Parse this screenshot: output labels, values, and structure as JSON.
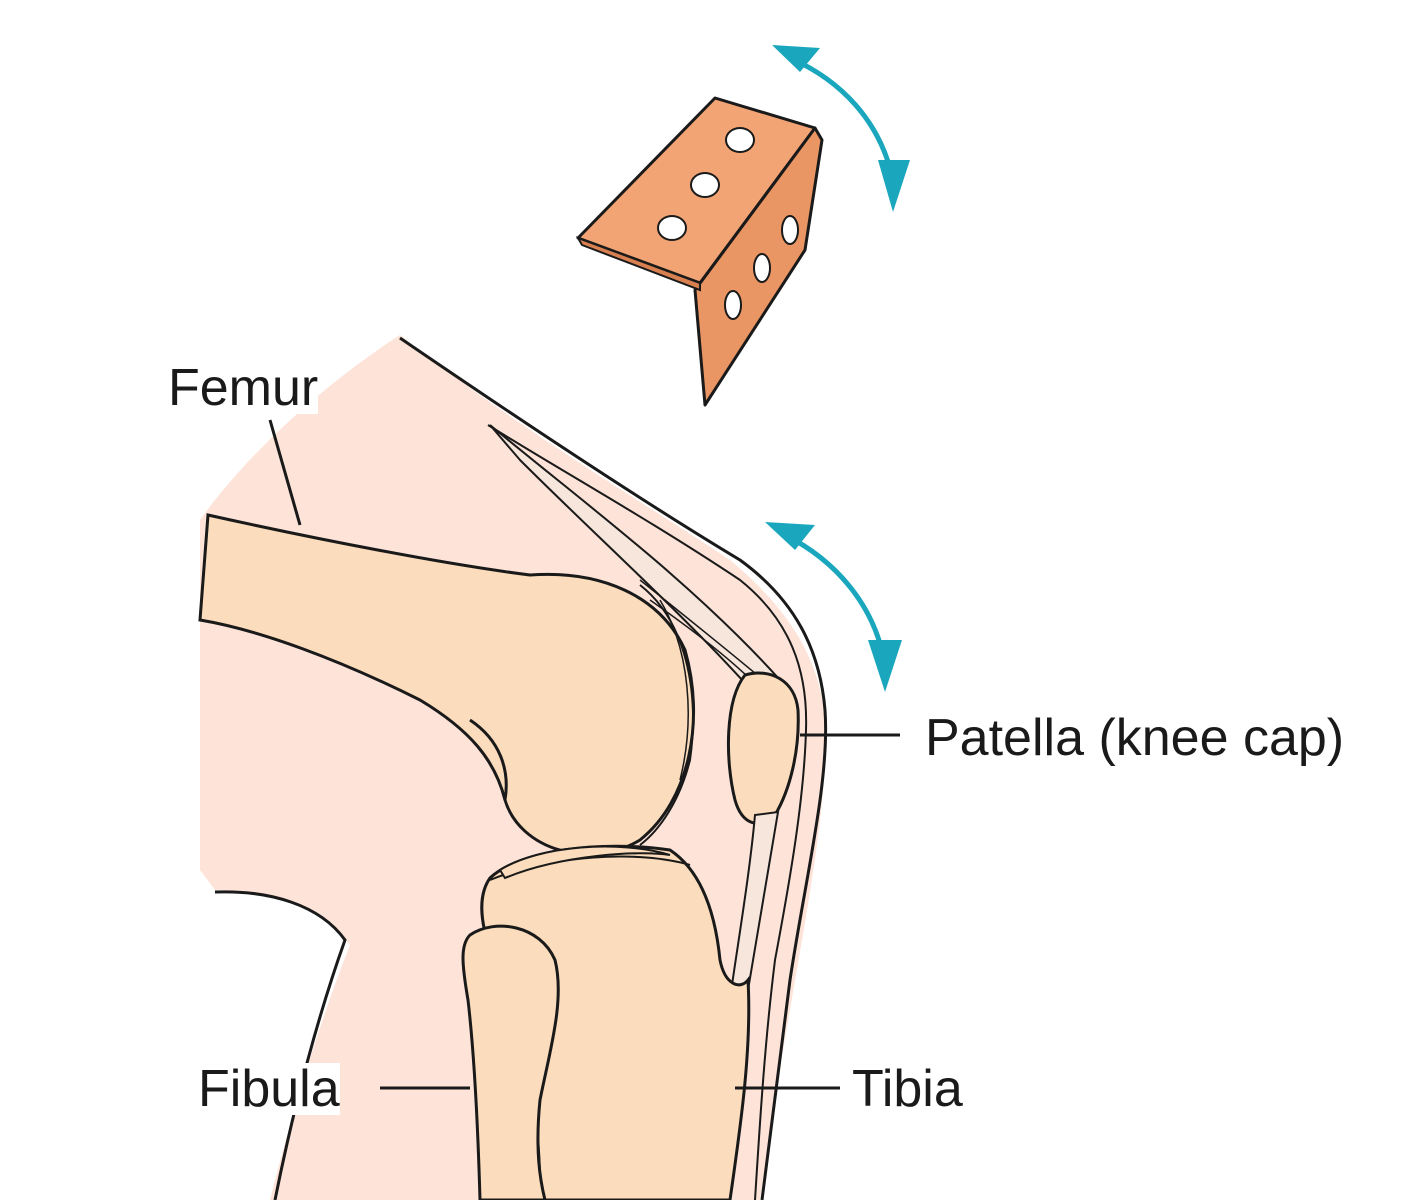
{
  "labels": {
    "femur": "Femur",
    "patella": "Patella (knee cap)",
    "fibula": "Fibula",
    "tibia": "Tibia"
  },
  "colors": {
    "skin": "#fde3d8",
    "bone": "#fbdcbc",
    "hinge": "#f2a474",
    "arrow": "#1aa7bd",
    "outline": "#1a1a1a"
  }
}
